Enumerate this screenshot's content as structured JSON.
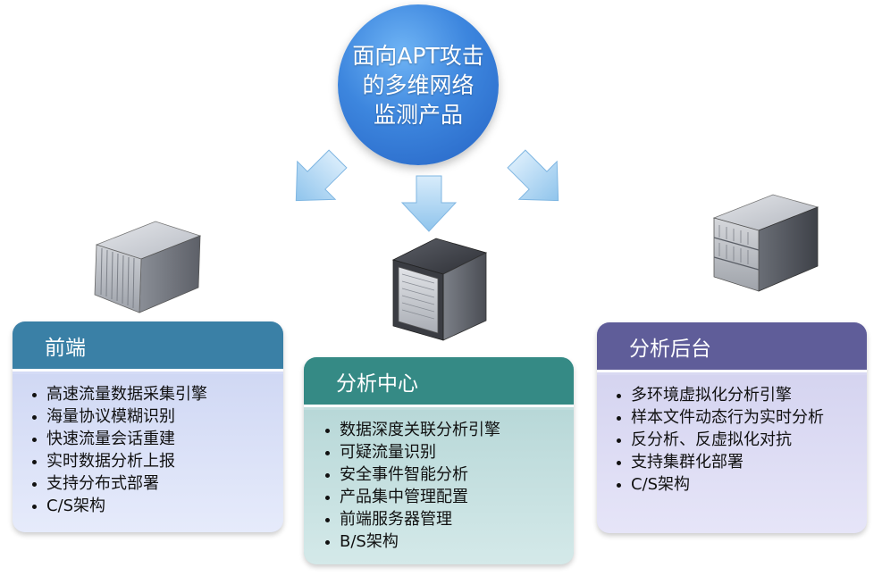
{
  "center": {
    "line1": "面向APT攻击",
    "line2": "的多维网络",
    "line3": "监测产品"
  },
  "panels": {
    "left": {
      "title": "前端",
      "items": [
        "高速流量数据采集引擎",
        "海量协议模糊识别",
        "快速流量会话重建",
        "实时数据分析上报",
        "支持分布式部署",
        "C/S架构"
      ]
    },
    "middle": {
      "title": "分析中心",
      "items": [
        "数据深度关联分析引擎",
        "可疑流量识别",
        "安全事件智能分析",
        "产品集中管理配置",
        "前端服务器管理",
        "B/S架构"
      ]
    },
    "right": {
      "title": "分析后台",
      "items": [
        "多环境虚拟化分析引擎",
        "样本文件动态行为实时分析",
        "反分析、反虚拟化对抗",
        "支持集群化部署",
        "C/S架构"
      ]
    }
  },
  "colors": {
    "center_circle": "#3d86de",
    "left_header": "#3a80a6",
    "middle_header": "#358a85",
    "right_header": "#5f5d99",
    "arrow": "#a9d3f2"
  }
}
